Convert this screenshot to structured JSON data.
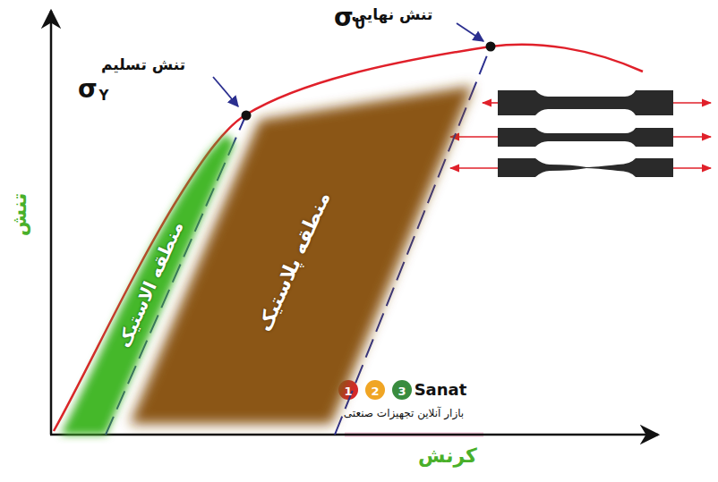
{
  "diagram": {
    "nodes": [
      {
        "text": [
          "منطقه الاستیک"
        ]
      },
      {
        "text": [
          "منطقه پلاستیک"
        ]
      }
    ],
    "labels": [
      "تنش نهایی",
      "σ",
      "U",
      "تنش تسلیم",
      "σ",
      "Y",
      "تنش",
      "کرنش",
      "1",
      "2",
      "3",
      "Sanat",
      "بازار آنلاین تجهیزات صنعتی"
    ]
  }
}
